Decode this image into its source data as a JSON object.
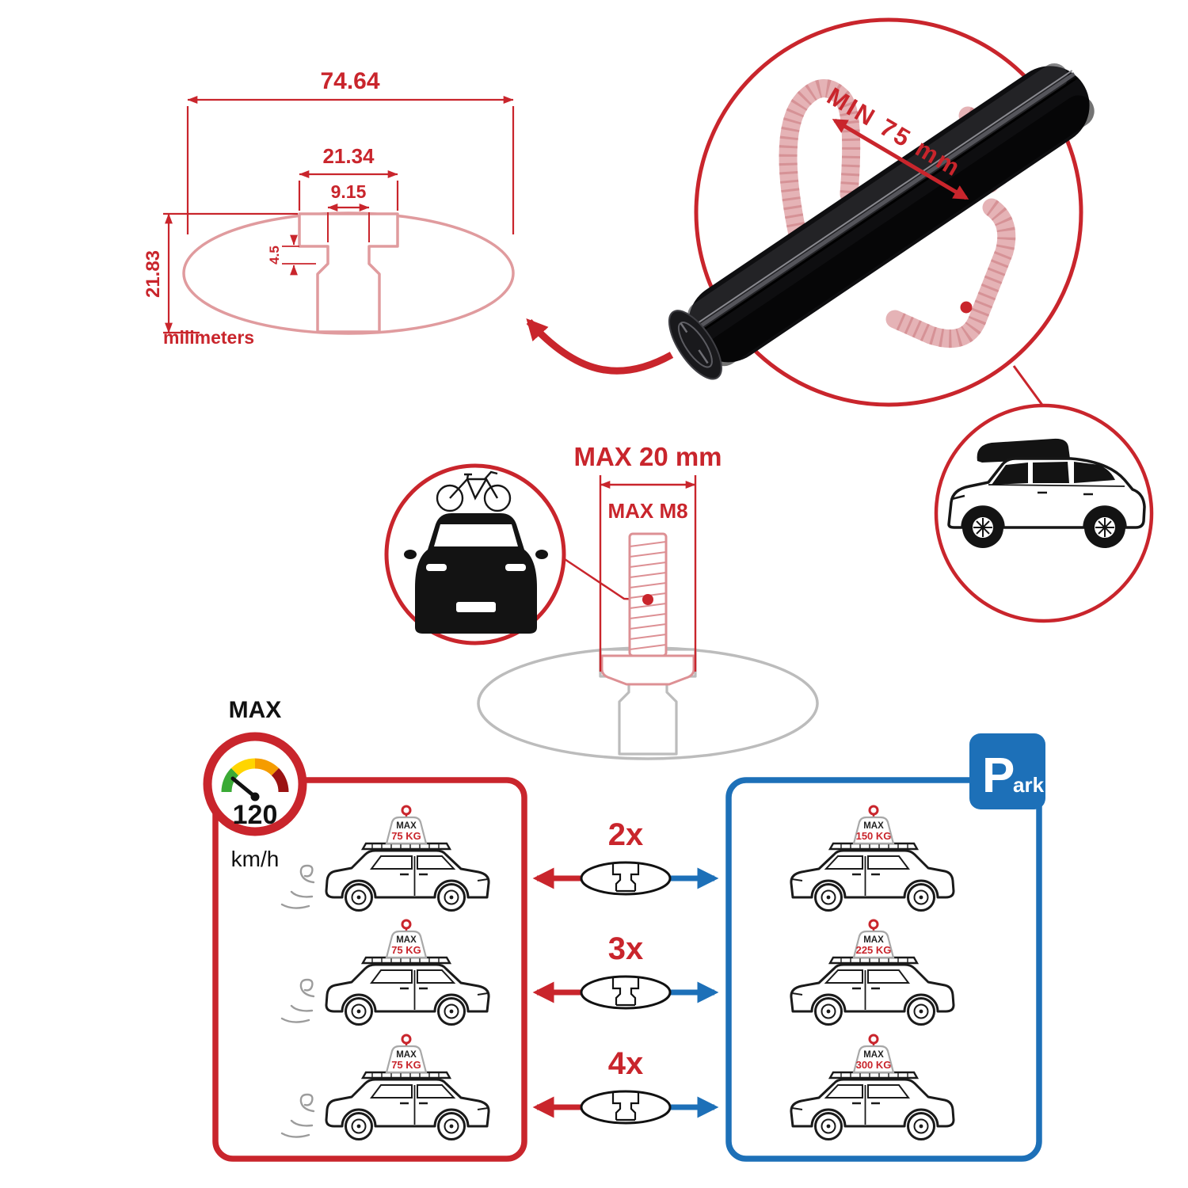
{
  "profile_dimensions": {
    "total_width": "74.64",
    "channel_width": "21.34",
    "slot_opening": "9.15",
    "lip_height": "4.5",
    "profile_height": "21.83",
    "unit_label": "milimeters"
  },
  "crossbar_detail": {
    "min_clamp_span": "MIN 75 mm"
  },
  "bolt_spec": {
    "max_head_width": "MAX 20 mm",
    "max_thread": "MAX M8"
  },
  "speed_limit": {
    "label": "MAX",
    "value": "120",
    "unit": "km/h"
  },
  "park_sign": {
    "initial": "P",
    "rest": "ark"
  },
  "bar_multipliers": [
    "2x",
    "3x",
    "4x"
  ],
  "load_driving": [
    {
      "label": "MAX",
      "value": "75 KG"
    },
    {
      "label": "MAX",
      "value": "75 KG"
    },
    {
      "label": "MAX",
      "value": "75 KG"
    }
  ],
  "load_parked": [
    {
      "label": "MAX",
      "value": "150 KG"
    },
    {
      "label": "MAX",
      "value": "225 KG"
    },
    {
      "label": "MAX",
      "value": "300 KG"
    }
  ],
  "colors": {
    "accent_red": "#c9252c",
    "accent_blue": "#1d70b8",
    "salmon_outline": "#dd9094",
    "grey_outline": "#bcbcbc",
    "gauge_green": "#3aaa35",
    "gauge_yellow": "#ffd500",
    "gauge_orange": "#f59c00",
    "gauge_dark_red": "#9b1313"
  },
  "icons": [
    "speed-gauge-icon",
    "parking-sign-icon",
    "car-with-bike-icon",
    "suv-with-roofbox-icon",
    "crossbar-profile-icon",
    "t-bolt-icon",
    "exhaust-smoke-icon",
    "load-tag-icon"
  ]
}
